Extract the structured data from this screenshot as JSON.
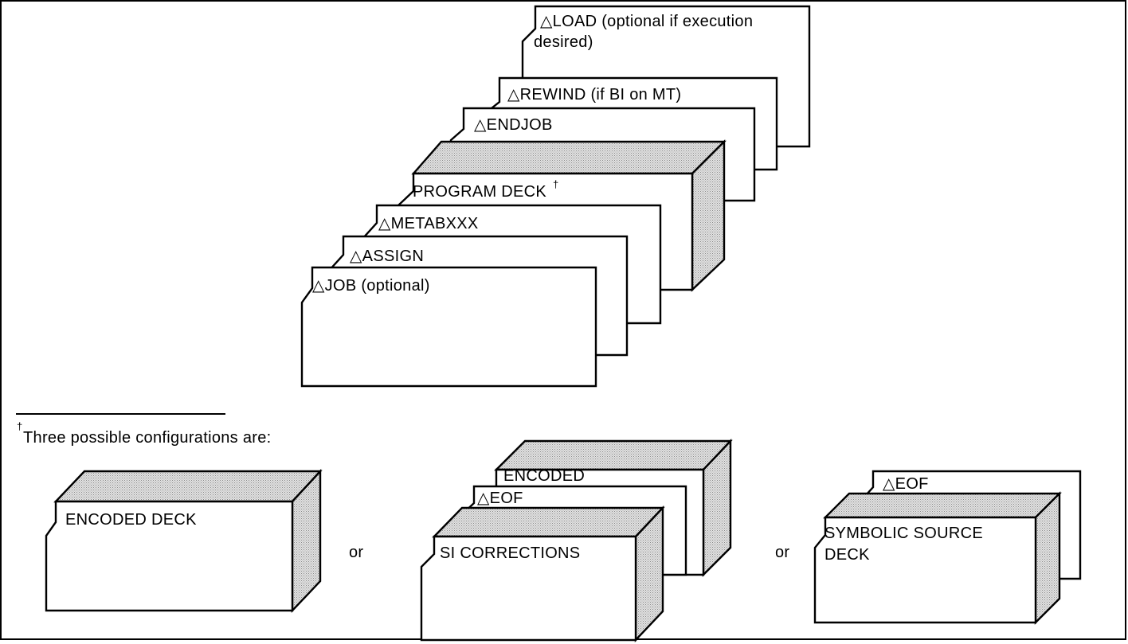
{
  "main_deck": {
    "load": "△LOAD (optional if execution",
    "load_cont": "desired)",
    "rewind": "△REWIND (if BI on MT)",
    "endjob": "△ENDJOB",
    "program_deck": "PROGRAM DECK",
    "dagger": "†",
    "metabxxx": "△METABXXX",
    "assign": "△ASSIGN",
    "job": "△JOB (optional)"
  },
  "footnote": {
    "marker": "†",
    "text": "Three possible configurations are:"
  },
  "configurations": {
    "config1": {
      "label": "ENCODED DECK"
    },
    "or_1": "or",
    "config2": {
      "encoded": "ENCODED",
      "eof": "△EOF",
      "si_corrections": "SI CORRECTIONS"
    },
    "or_2": "or",
    "config3": {
      "eof": "△EOF",
      "line1": "SYMBOLIC SOURCE",
      "line2": "DECK"
    }
  },
  "colors": {
    "border": "#000000",
    "shading": "#cfcfcf",
    "background": "#ffffff"
  }
}
